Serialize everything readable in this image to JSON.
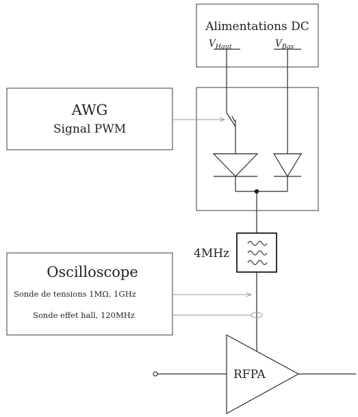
{
  "dc_supply": {
    "title": "Alimentations DC",
    "v_high_base": "V",
    "v_high_sub": "Haut",
    "v_low_base": "V",
    "v_low_sub": "Bas"
  },
  "awg": {
    "title": "AWG",
    "subtitle": "Signal PWM"
  },
  "filter": {
    "label": "4MHz"
  },
  "oscilloscope": {
    "title": "Oscilloscope",
    "probe_voltage": "Sonde de tensions 1MΩ, 1GHz",
    "probe_current": "Sonde  effet hall, 120MHz"
  },
  "amplifier": {
    "label": "RFPA"
  },
  "colors": {
    "line": "#2a2a2a",
    "signal_line": "#9a9a9a",
    "box_border": "#3a3a3a"
  }
}
